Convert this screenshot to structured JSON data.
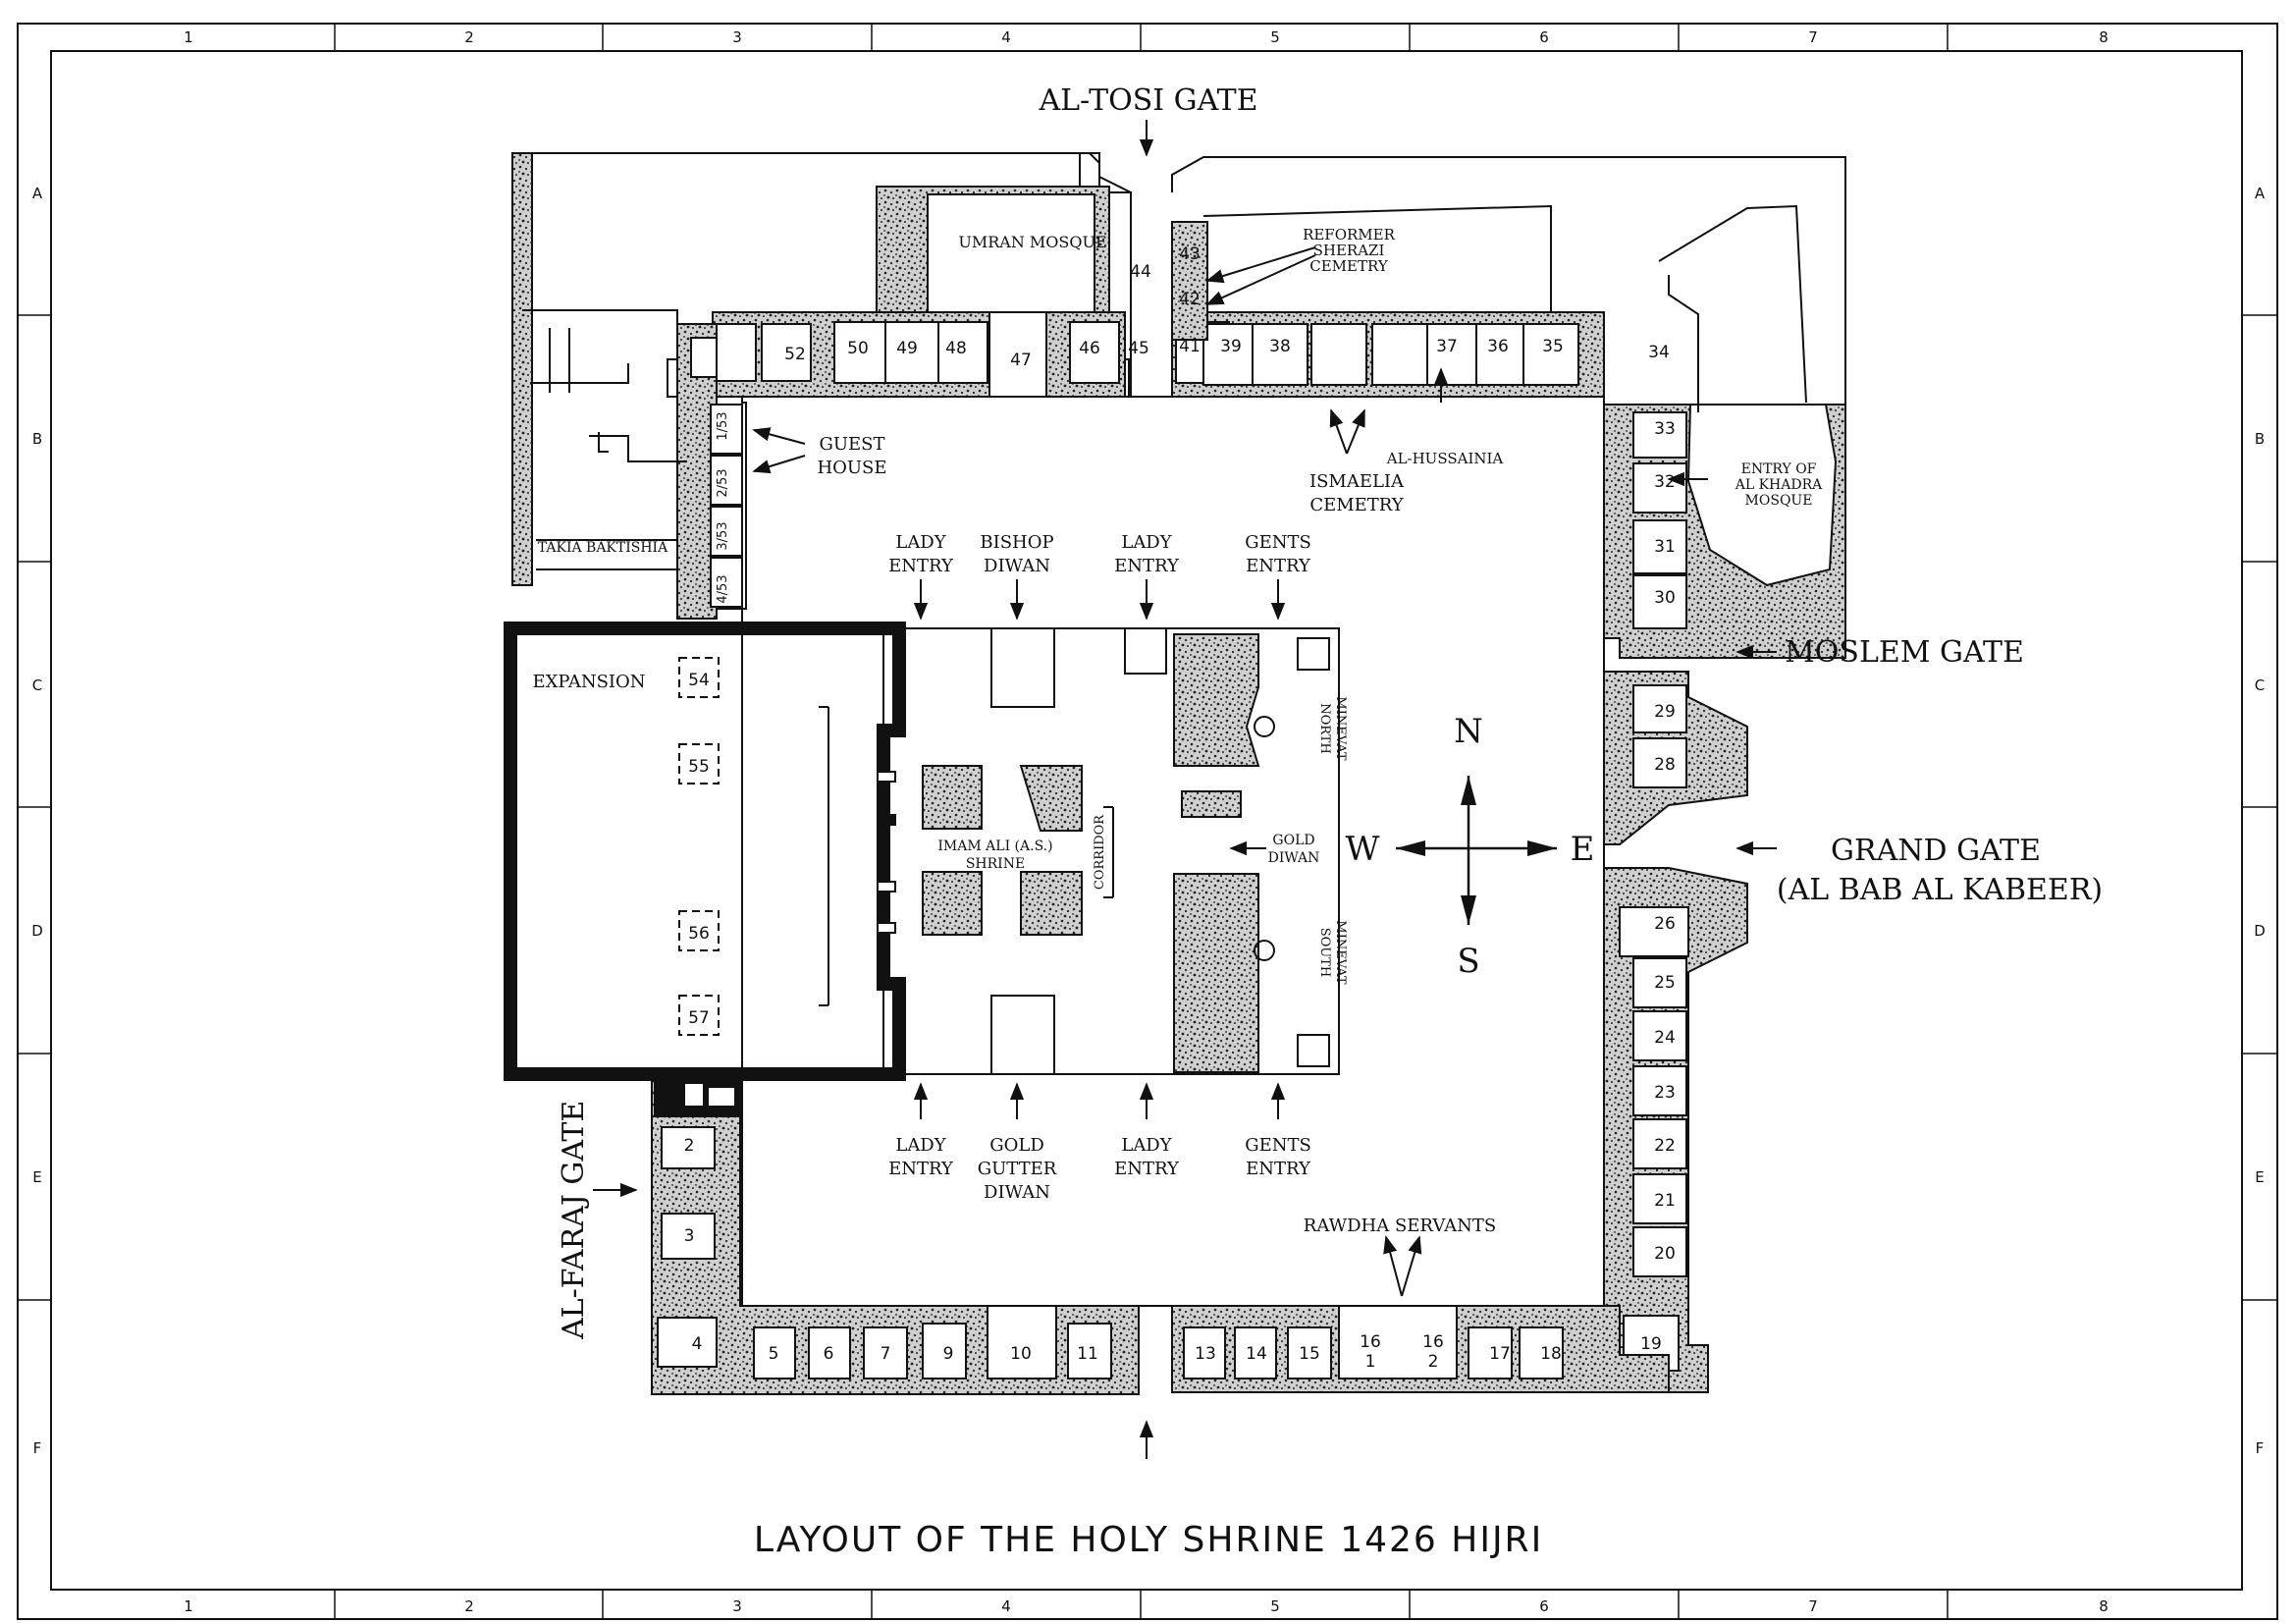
{
  "title": "LAYOUT OF THE HOLY SHRINE 1426 HIJRI",
  "grid": {
    "columns": [
      "1",
      "2",
      "3",
      "4",
      "5",
      "6",
      "7",
      "8"
    ],
    "rows": [
      "A",
      "B",
      "C",
      "D",
      "E",
      "F"
    ]
  },
  "gates": {
    "north": "AL-TOSI GATE",
    "east_moslem": "MOSLEM GATE",
    "east_grand_1": "GRAND GATE",
    "east_grand_2": "(AL BAB AL KABEER)",
    "west": "AL-FARAJ GATE"
  },
  "compass": {
    "n": "N",
    "s": "S",
    "e": "E",
    "w": "W"
  },
  "labels": {
    "umran_mosque": "UMRAN MOSQUE",
    "reformer_1": "REFORMER",
    "reformer_2": "SHERAZI",
    "reformer_3": "CEMETRY",
    "guest_1": "GUEST",
    "guest_2": "HOUSE",
    "takia": "TAKIA BAKTISHIA",
    "ismaelia_1": "ISMAELIA",
    "ismaelia_2": "CEMETRY",
    "hussainia": "AL-HUSSAINIA",
    "khadra_1": "ENTRY OF",
    "khadra_2": "AL KHADRA",
    "khadra_3": "MOSQUE",
    "expansion": "EXPANSION",
    "shrine_1": "IMAM ALI (A.S.)",
    "shrine_2": "SHRINE",
    "corridor": "CORRIDOR",
    "gold_diwan_1": "GOLD",
    "gold_diwan_2": "DIWAN",
    "north_minaret_1": "NORTH",
    "north_minaret_2": "MINEVAT",
    "south_minaret_1": "SOUTH",
    "south_minaret_2": "MINEVAT",
    "rawdha": "RAWDHA SERVANTS",
    "n_lady1_1": "LADY",
    "n_lady1_2": "ENTRY",
    "n_bishop_1": "BISHOP",
    "n_bishop_2": "DIWAN",
    "n_lady2_1": "LADY",
    "n_lady2_2": "ENTRY",
    "n_gents_1": "GENTS",
    "n_gents_2": "ENTRY",
    "s_lady1_1": "LADY",
    "s_lady1_2": "ENTRY",
    "s_gold_1": "GOLD",
    "s_gold_2": "GUTTER",
    "s_gold_3": "DIWAN",
    "s_lady2_1": "LADY",
    "s_lady2_2": "ENTRY",
    "s_gents_1": "GENTS",
    "s_gents_2": "ENTRY"
  },
  "rooms": {
    "r1": "1",
    "r2": "2",
    "r3": "3",
    "r4": "4",
    "r5": "5",
    "r6": "6",
    "r7": "7",
    "r9": "9",
    "r10": "10",
    "r11": "11",
    "r13": "13",
    "r14": "14",
    "r15": "15",
    "r16a_top": "16",
    "r16a_bot": "1",
    "r16b_top": "16",
    "r16b_bot": "2",
    "r17": "17",
    "r18": "18",
    "r19": "19",
    "r20": "20",
    "r21": "21",
    "r22": "22",
    "r23": "23",
    "r24": "24",
    "r25": "25",
    "r26": "26",
    "r28": "28",
    "r29": "29",
    "r30": "30",
    "r31": "31",
    "r32": "32",
    "r33": "33",
    "r34": "34",
    "r35": "35",
    "r36": "36",
    "r37": "37",
    "r38": "38",
    "r39": "39",
    "r41": "41",
    "r42": "42",
    "r43": "43",
    "r44": "44",
    "r45": "45",
    "r46": "46",
    "r47": "47",
    "r48": "48",
    "r49": "49",
    "r50": "50",
    "r52": "52",
    "r53_1": "1/53",
    "r53_2": "2/53",
    "r53_3": "3/53",
    "r53_4": "4/53",
    "r54": "54",
    "r55": "55",
    "r56": "56",
    "r57": "57"
  },
  "colors": {
    "ink": "#111111",
    "paper": "#ffffff",
    "hatch": "#555555"
  }
}
